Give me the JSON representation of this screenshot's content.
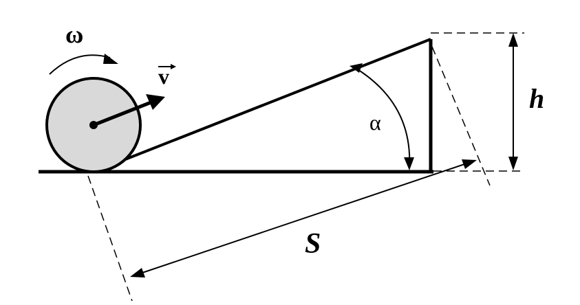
{
  "labels": {
    "omega": "ω",
    "velocity": "v",
    "alpha": "α",
    "height": "h",
    "distance": "S"
  },
  "colors": {
    "stroke": "#000000",
    "disk_fill": "#d9d9d9",
    "background": "#ffffff"
  }
}
